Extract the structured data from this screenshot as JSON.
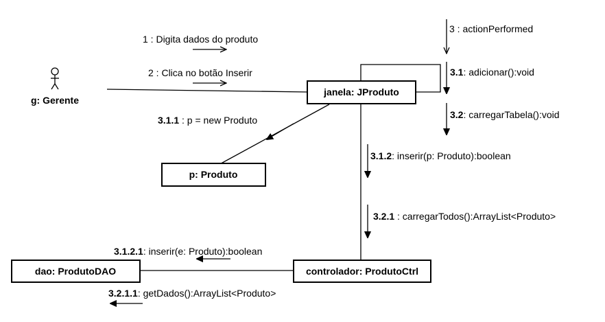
{
  "actors": [
    {
      "id": "gerente",
      "label": "g: Gerente"
    }
  ],
  "objects": {
    "janela": "janela: JProduto",
    "produto": "p: Produto",
    "dao": "dao: ProdutoDAO",
    "controlador": "controlador: ProdutoCtrl"
  },
  "messages": {
    "m1": "1 : Digita dados do produto",
    "m2": "2 : Clica no botão Inserir",
    "m3": "3 : actionPerformed",
    "m31_num": "3.1",
    "m31_text": ": adicionar():void",
    "m32_num": "3.2",
    "m32_text": ": carregarTabela():void",
    "m311_num": "3.1.1",
    "m311_text": " : p = new Produto",
    "m312_num": "3.1.2",
    "m312_text": ": inserir(p: Produto):boolean",
    "m321_num": "3.2.1",
    "m321_text": " : carregarTodos():ArrayList<Produto>",
    "m3121_num": "3.1.2.1",
    "m3121_text": ": inserir(e: Produto):boolean",
    "m3211_num": "3.2.1.1",
    "m3211_text": ": getDados():ArrayList<Produto>"
  }
}
